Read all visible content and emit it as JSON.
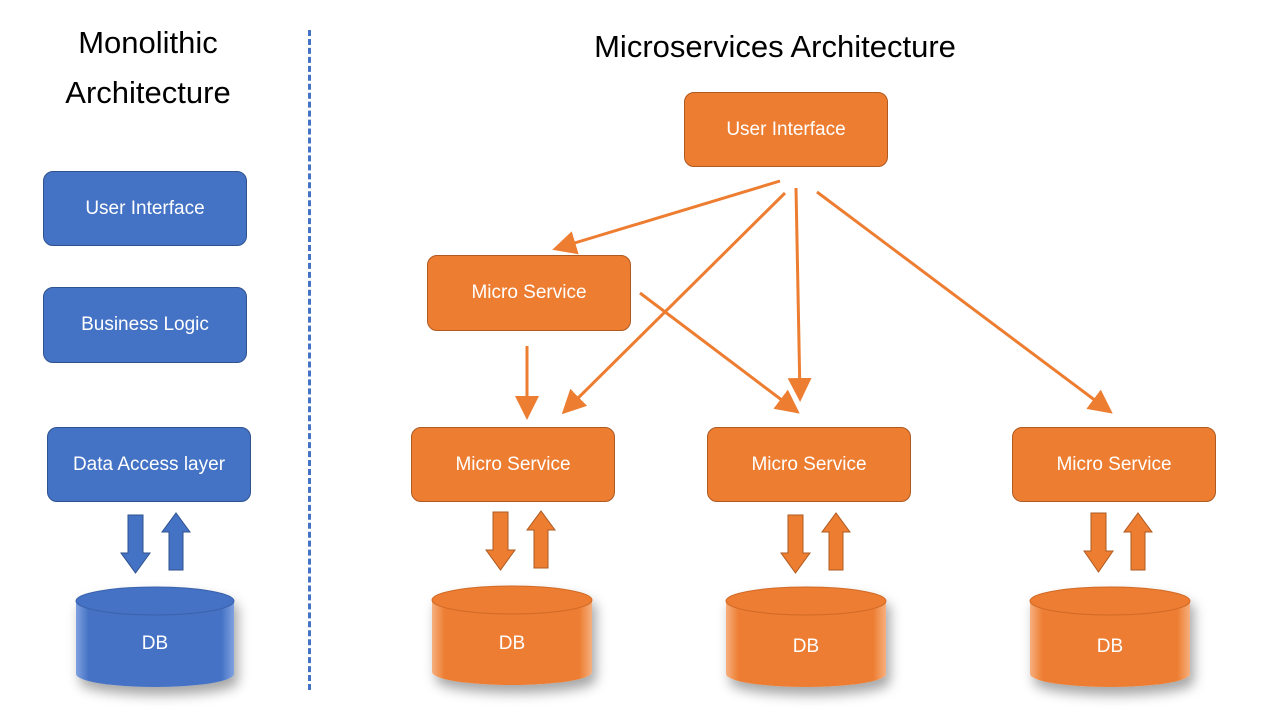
{
  "monolithic": {
    "title_line1": "Monolithic",
    "title_line2": "Architecture",
    "user_interface": "User Interface",
    "business_logic": "Business Logic",
    "data_access": "Data Access layer",
    "db": "DB"
  },
  "microservices": {
    "title": "Microservices Architecture",
    "user_interface": "User Interface",
    "services": [
      {
        "label": "Micro Service"
      },
      {
        "label": "Micro Service"
      },
      {
        "label": "Micro Service"
      },
      {
        "label": "Micro Service"
      }
    ],
    "dbs": [
      {
        "label": "DB"
      },
      {
        "label": "DB"
      },
      {
        "label": "DB"
      }
    ]
  },
  "colors": {
    "mono_fill": "#4472c4",
    "micro_fill": "#ed7d31",
    "divider": "#4472c4"
  }
}
